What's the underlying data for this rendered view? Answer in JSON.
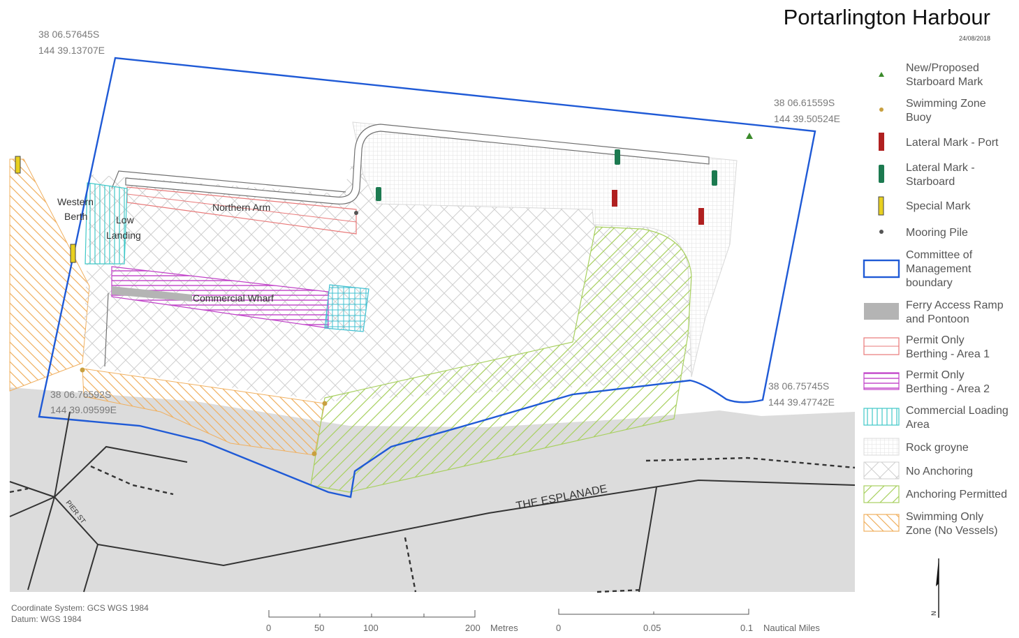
{
  "title": "Portarlington Harbour",
  "date": "24/08/2018",
  "coordinates": [
    {
      "lat": "38 06.57645S",
      "lon": "144 39.13707E"
    },
    {
      "lat": "38 06.61559S",
      "lon": "144 39.50524E"
    },
    {
      "lat": "38 06.76592S",
      "lon": "144 39.09599E"
    },
    {
      "lat": "38 06.75745S",
      "lon": "144 39.47742E"
    }
  ],
  "features": {
    "western_berth": [
      "Western",
      "Berth"
    ],
    "low_landing": [
      "Low",
      "Landing"
    ],
    "northern_arm": "Northern Arm",
    "commercial_wharf": "Commercial Wharf"
  },
  "streets": {
    "esplanade": "THE   ESPLANADE",
    "pier_st": "PIER ST"
  },
  "legend": [
    {
      "key": "starboard-mark",
      "lines": [
        "New/Proposed",
        "Starboard Mark"
      ],
      "color": "#3a8a2a"
    },
    {
      "key": "swim-buoy",
      "lines": [
        "Swimming Zone",
        "Buoy"
      ],
      "color": "#c8a040"
    },
    {
      "key": "port-mark",
      "lines": [
        "Lateral Mark - Port"
      ],
      "color": "#b02020"
    },
    {
      "key": "starboard-lateral",
      "lines": [
        "Lateral Mark -",
        "Starboard"
      ],
      "color": "#1c7a50"
    },
    {
      "key": "special-mark",
      "lines": [
        "Special Mark"
      ],
      "color": "#e8d020"
    },
    {
      "key": "mooring-pile",
      "lines": [
        "Mooring Pile"
      ],
      "color": "#555555"
    },
    {
      "key": "boundary",
      "lines": [
        "Committee of",
        "Management",
        "boundary"
      ],
      "color": "#1f5ad6"
    },
    {
      "key": "ferry",
      "lines": [
        "Ferry Access Ramp",
        "and Pontoon"
      ],
      "color": "#b4b4b4"
    },
    {
      "key": "permit1",
      "lines": [
        "Permit Only",
        "Berthing - Area 1"
      ],
      "color": "#e87878"
    },
    {
      "key": "permit2",
      "lines": [
        "Permit Only",
        "Berthing - Area 2"
      ],
      "color": "#c040c8"
    },
    {
      "key": "loading",
      "lines": [
        "Commercial Loading",
        "Area"
      ],
      "color": "#40c8c8"
    },
    {
      "key": "rock",
      "lines": [
        "Rock groyne"
      ],
      "color": "#d0d0d0"
    },
    {
      "key": "noanchor",
      "lines": [
        "No Anchoring"
      ],
      "color": "#c8c8c8"
    },
    {
      "key": "anchor",
      "lines": [
        "Anchoring Permitted"
      ],
      "color": "#a8d060"
    },
    {
      "key": "swim",
      "lines": [
        "Swimming Only",
        "Zone (No Vessels)"
      ],
      "color": "#f0b060"
    }
  ],
  "footer": {
    "coord_system": "Coordinate System: GCS WGS 1984",
    "datum": "Datum: WGS 1984"
  },
  "scale_metres": {
    "ticks": [
      "0",
      "50",
      "100",
      "200"
    ],
    "unit": "Metres"
  },
  "scale_nm": {
    "ticks": [
      "0",
      "0.05",
      "0.1"
    ],
    "unit": "Nautical Miles"
  },
  "north": "N"
}
